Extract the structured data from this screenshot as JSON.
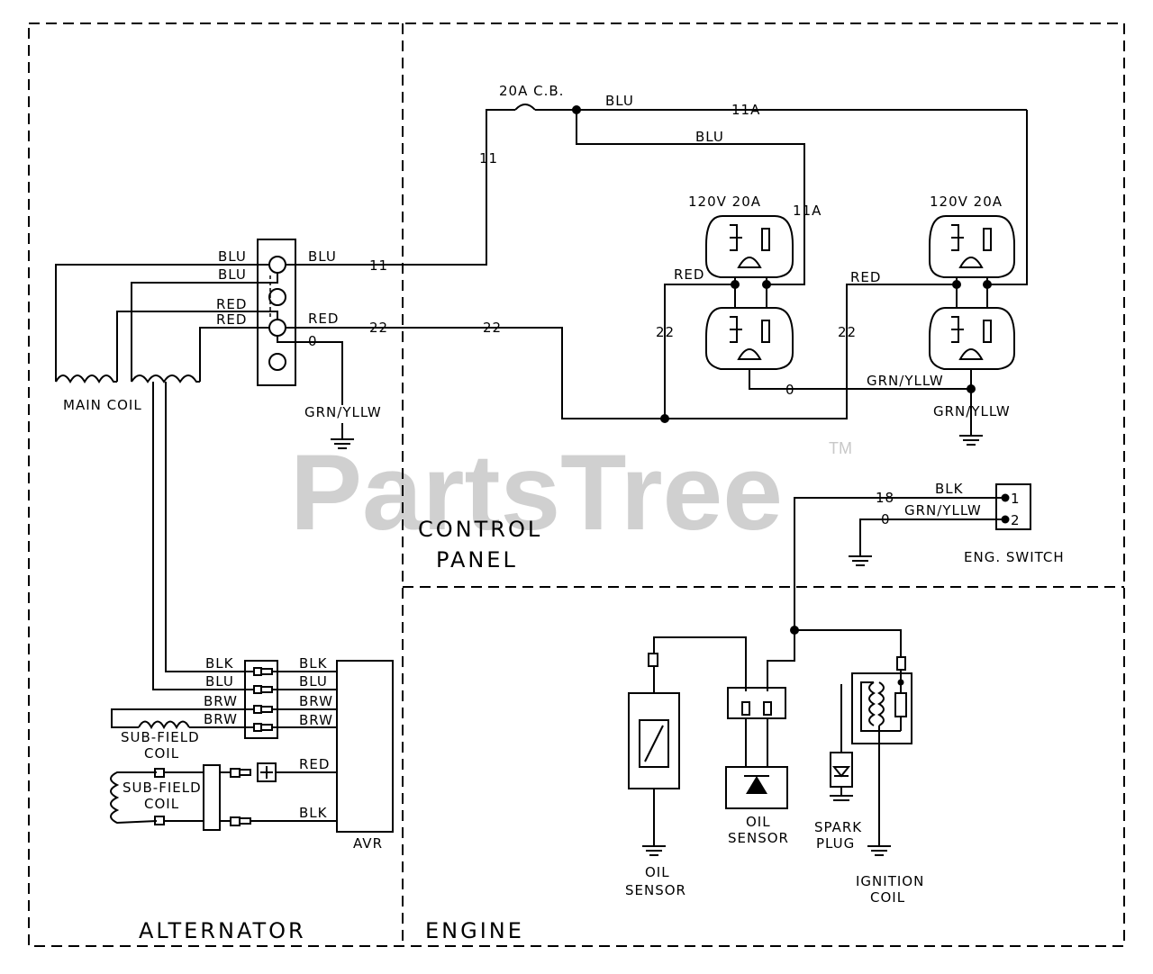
{
  "watermark": {
    "brand": "PartsTree",
    "tm": "TM"
  },
  "sections": {
    "control_panel": [
      "CONTROL",
      "PANEL"
    ],
    "alternator": "ALTERNATOR",
    "engine": "ENGINE"
  },
  "breaker": {
    "label": "20A C.B."
  },
  "receptacles": {
    "left_rating": "120V 20A",
    "right_rating": "120V 20A"
  },
  "wires": {
    "blu": "BLU",
    "red": "RED",
    "blk": "BLK",
    "brw": "BRW",
    "grn_yllw": "GRN/YLLW",
    "n11": "11",
    "n11a": "11A",
    "n22": "22",
    "n0": "0",
    "n18": "18"
  },
  "components": {
    "main_coil": "MAIN COIL",
    "sub_field_coil": [
      "SUB-FIELD",
      "COIL"
    ],
    "avr": "AVR",
    "eng_switch": "ENG. SWITCH",
    "switch_terminals": [
      "1",
      "2"
    ],
    "oil_sensor": [
      "OIL",
      "SENSOR"
    ],
    "spark_plug": [
      "SPARK",
      "PLUG"
    ],
    "ignition_coil": [
      "IGNITION",
      "COIL"
    ]
  }
}
